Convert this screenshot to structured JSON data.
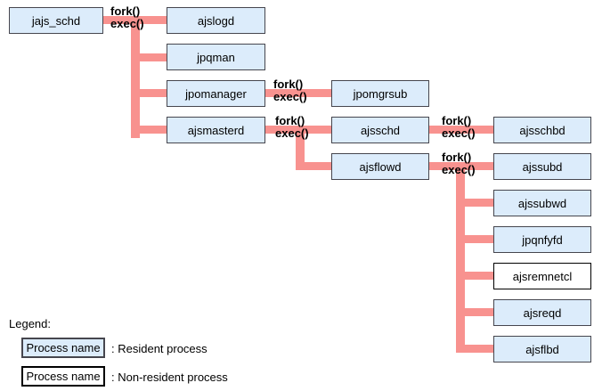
{
  "colors": {
    "resident_fill": "#dcecfb",
    "resident_border": "#46464e",
    "nonresident_fill": "#ffffff",
    "nonresident_border": "#000000",
    "connector": "#f8928f",
    "text": "#000000"
  },
  "diagram": {
    "fork_exec": {
      "line1": "fork()",
      "line2": "exec()"
    },
    "nodes": {
      "jajs_schd": {
        "label": "jajs_schd",
        "type": "resident"
      },
      "ajslogd": {
        "label": "ajslogd",
        "type": "resident"
      },
      "jpqman": {
        "label": "jpqman",
        "type": "resident"
      },
      "jpomanager": {
        "label": "jpomanager",
        "type": "resident"
      },
      "ajsmasterd": {
        "label": "ajsmasterd",
        "type": "resident"
      },
      "jpomgrsub": {
        "label": "jpomgrsub",
        "type": "resident"
      },
      "ajsschd": {
        "label": "ajsschd",
        "type": "resident"
      },
      "ajsflowd": {
        "label": "ajsflowd",
        "type": "resident"
      },
      "ajsschbd": {
        "label": "ajsschbd",
        "type": "resident"
      },
      "ajssubd": {
        "label": "ajssubd",
        "type": "resident"
      },
      "ajssubwd": {
        "label": "ajssubwd",
        "type": "resident"
      },
      "jpqnfyfd": {
        "label": "jpqnfyfd",
        "type": "resident"
      },
      "ajsremnetcl": {
        "label": "ajsremnetcl",
        "type": "nonresident"
      },
      "ajsreqd": {
        "label": "ajsreqd",
        "type": "resident"
      },
      "ajsflbd": {
        "label": "ajsflbd",
        "type": "resident"
      }
    },
    "edges": [
      {
        "from": "jajs_schd",
        "label": "fork() exec()",
        "to": [
          "ajslogd",
          "jpqman",
          "jpomanager",
          "ajsmasterd"
        ]
      },
      {
        "from": "jpomanager",
        "label": "fork() exec()",
        "to": [
          "jpomgrsub"
        ]
      },
      {
        "from": "ajsmasterd",
        "label": "fork() exec()",
        "to": [
          "ajsschd",
          "ajsflowd"
        ]
      },
      {
        "from": "ajsschd",
        "label": "fork() exec()",
        "to": [
          "ajsschbd"
        ]
      },
      {
        "from": "ajsflowd",
        "label": "fork() exec()",
        "to": [
          "ajssubd",
          "ajssubwd",
          "jpqnfyfd",
          "ajsremnetcl",
          "ajsreqd",
          "ajsflbd"
        ]
      }
    ]
  },
  "legend": {
    "title": "Legend:",
    "items": [
      {
        "box_label": "Process name",
        "desc": ": Resident process",
        "type": "resident"
      },
      {
        "box_label": "Process name",
        "desc": ": Non-resident process",
        "type": "nonresident"
      }
    ]
  }
}
